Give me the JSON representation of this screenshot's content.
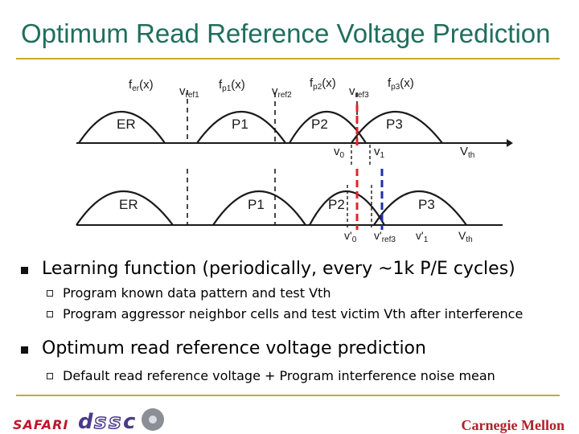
{
  "slide": {
    "title": "Optimum Read Reference Voltage Prediction"
  },
  "diagram": {
    "top_labels": {
      "fer": "f",
      "fer_sub": "er",
      "fer_arg": "(x)",
      "vref1": "v",
      "vref1_sub": "ref1",
      "fp1": "f",
      "fp1_sub": "p1",
      "fp1_arg": "(x)",
      "vref2": "v",
      "vref2_sub": "ref2",
      "fp2": "f",
      "fp2_sub": "p2",
      "fp2_arg": "(x)",
      "vref3": "v",
      "vref3_sub": "ref3",
      "fp3": "f",
      "fp3_sub": "p3",
      "fp3_arg": "(x)"
    },
    "row1": {
      "states": [
        "ER",
        "P1",
        "P2",
        "P3"
      ],
      "v0": "v",
      "v0_sub": "0",
      "v1": "v",
      "v1_sub": "1",
      "vth": "V",
      "vth_sub": "th"
    },
    "row2": {
      "states": [
        "ER",
        "P1",
        "P2",
        "P3"
      ],
      "v0p": "v'",
      "v0p_sub": "0",
      "vrefp": "v'",
      "vrefp_sub": "ref3",
      "v1p": "v'",
      "v1p_sub": "1",
      "vth": "V",
      "vth_sub": "th"
    },
    "colors": {
      "curve": "#1a1a1a",
      "red_marker": "#e0242a",
      "blue_marker": "#1c2fa8"
    }
  },
  "bullets": [
    {
      "text": "Learning function (periodically, every ~1k P/E cycles)",
      "children": [
        "Program known data pattern and test Vth",
        "Program aggressor neighbor cells and test victim Vth after interference"
      ]
    },
    {
      "text": "Optimum read reference voltage prediction",
      "children": [
        "Default read reference voltage + Program interference noise mean"
      ]
    }
  ],
  "footer": {
    "left_logo": "SAFARI",
    "right_logo": "Carnegie Mellon"
  }
}
